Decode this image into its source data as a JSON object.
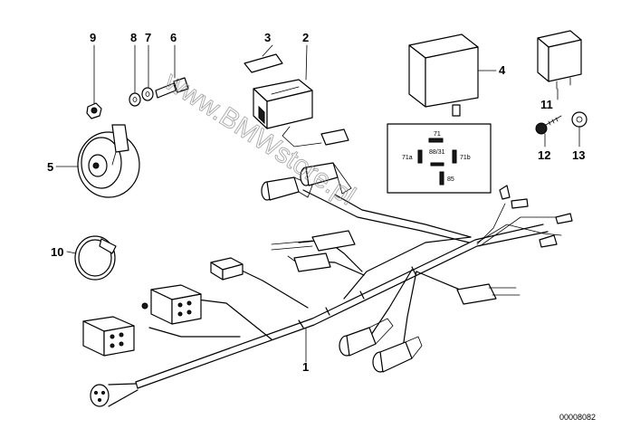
{
  "callouts": {
    "c1": "1",
    "c2": "2",
    "c3": "3",
    "c4": "4",
    "c5": "5",
    "c6": "6",
    "c7": "7",
    "c8": "8",
    "c9": "9",
    "c10": "10",
    "c11": "11",
    "c12": "12",
    "c13": "13"
  },
  "relay_pins": {
    "p71": "71",
    "p71a": "71a",
    "p8831": "88/31",
    "p71b": "71b",
    "p85": "85"
  },
  "reference_code": "00008082",
  "watermark": "www.BMWstore.pl",
  "colors": {
    "line": "#000000",
    "watermark": "#8a8a8a",
    "background": "#ffffff"
  }
}
